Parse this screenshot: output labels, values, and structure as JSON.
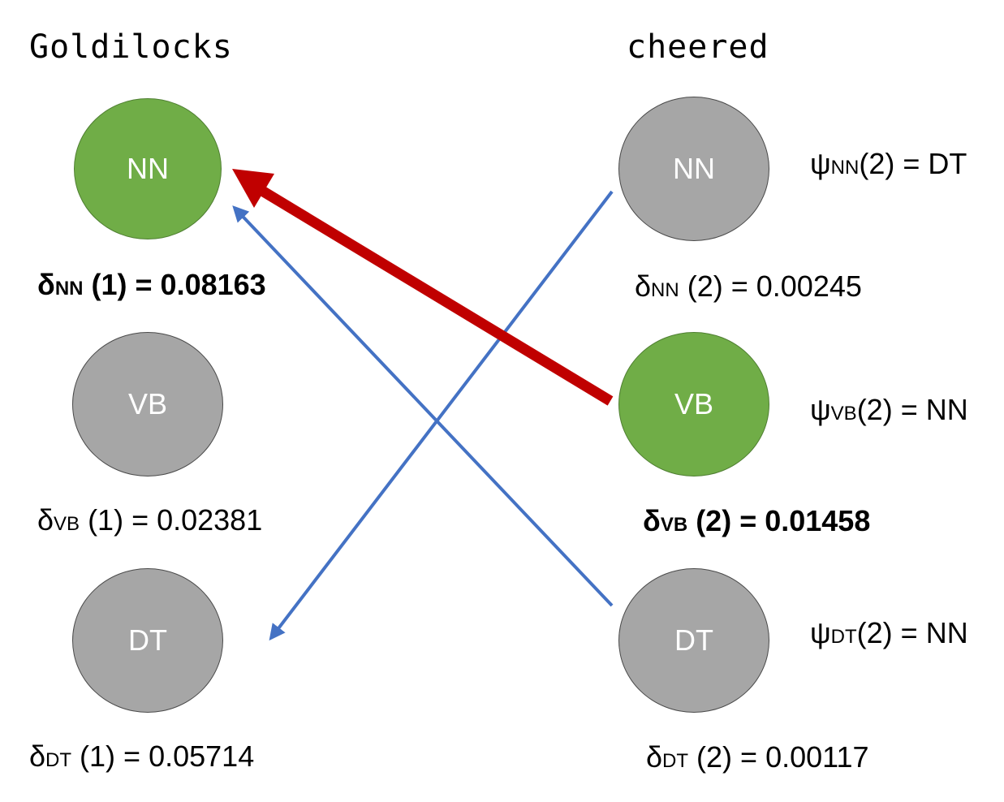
{
  "columns": [
    {
      "word": "Goldilocks",
      "nodes": [
        {
          "tag": "NN",
          "highlighted": true
        },
        {
          "tag": "VB",
          "highlighted": false
        },
        {
          "tag": "DT",
          "highlighted": false
        }
      ],
      "deltas": [
        {
          "symbol": "δ",
          "sub": "NN",
          "arg": " (1) = ",
          "value": "0.08163",
          "bold": true
        },
        {
          "symbol": "δ",
          "sub": "VB",
          "arg": " (1) = ",
          "value": "0.02381",
          "bold": false
        },
        {
          "symbol": "δ",
          "sub": "DT",
          "arg": " (1) = ",
          "value": "0.05714",
          "bold": false
        }
      ]
    },
    {
      "word": "cheered",
      "nodes": [
        {
          "tag": "NN",
          "highlighted": false
        },
        {
          "tag": "VB",
          "highlighted": true
        },
        {
          "tag": "DT",
          "highlighted": false
        }
      ],
      "deltas": [
        {
          "symbol": "δ",
          "sub": "NN",
          "arg": " (2) = ",
          "value": "0.00245",
          "bold": false
        },
        {
          "symbol": "δ",
          "sub": "VB",
          "arg": " (2) = ",
          "value": "0.01458",
          "bold": true
        },
        {
          "symbol": "δ",
          "sub": "DT",
          "arg": " (2) = ",
          "value": "0.00117",
          "bold": false
        }
      ],
      "backpointers": [
        {
          "symbol": "ψ",
          "sub": "NN",
          "arg": "(2) = ",
          "value": "DT"
        },
        {
          "symbol": "ψ",
          "sub": "VB",
          "arg": "(2) = ",
          "value": "NN"
        },
        {
          "symbol": "ψ",
          "sub": "DT",
          "arg": "(2) = ",
          "value": "NN"
        }
      ]
    }
  ],
  "arrows": [
    {
      "from": "cheered-VB",
      "to": "Goldilocks-NN",
      "best_path": true
    },
    {
      "from": "cheered-NN",
      "to": "Goldilocks-DT",
      "best_path": false
    },
    {
      "from": "cheered-DT",
      "to": "Goldilocks-NN",
      "best_path": false
    }
  ],
  "colors": {
    "node_gray": "#a6a6a6",
    "node_green": "#70ad47",
    "best_path_arrow": "#c00000",
    "backpointer_arrow": "#4472c4"
  }
}
